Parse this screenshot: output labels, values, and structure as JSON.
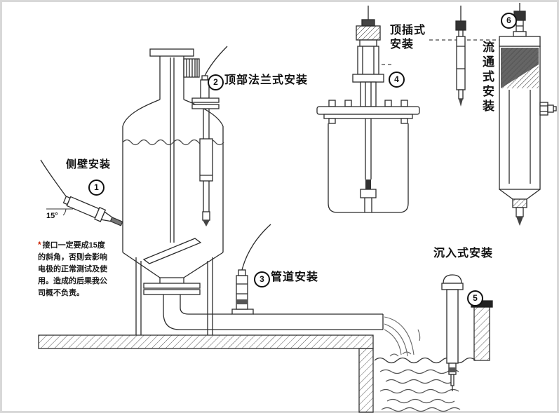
{
  "figure": {
    "kind": "electrode-installation-methods-diagram",
    "palette": {
      "line": "#2b2b2b",
      "dark_fill": "#444444",
      "note_marker": "#cc2200"
    },
    "annotations": {
      "sidewall": {
        "number": "1",
        "label": "侧壁安装",
        "angle": "15°"
      },
      "top_flange": {
        "number": "2",
        "label": "顶部法兰式安装"
      },
      "pipeline": {
        "number": "3",
        "label": "管道安装"
      },
      "top_insert": {
        "number": "4",
        "label_lines": [
          "顶插式",
          "安装"
        ]
      },
      "submersion": {
        "number": "5",
        "label": "沉入式安装"
      },
      "flow_through": {
        "number": "6",
        "label": "流通式安装"
      }
    },
    "note": {
      "marker": "*",
      "text_lines": [
        "接口一定要成15度",
        "的斜角，否则会影响",
        "电极的正常测试及使",
        "用。造成的后果我公",
        "司概不负责。"
      ]
    }
  }
}
